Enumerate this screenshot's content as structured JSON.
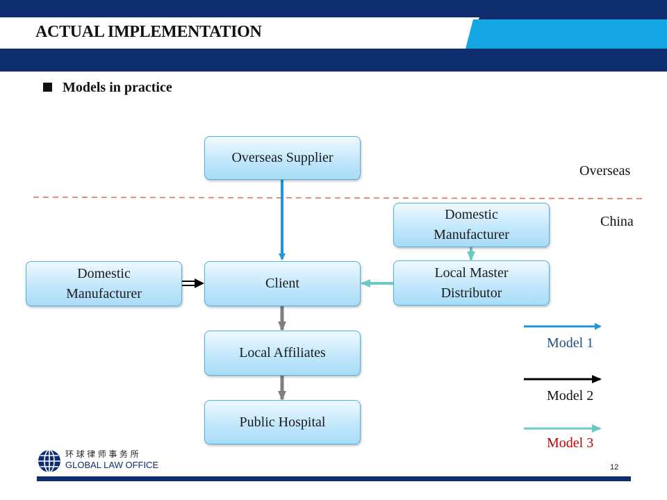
{
  "header": {
    "title": "ACTUAL IMPLEMENTATION",
    "subtitle": "Models in practice"
  },
  "regions": {
    "overseas": "Overseas",
    "china": "China"
  },
  "nodes": {
    "overseas_supplier": "Overseas Supplier",
    "domestic_manufacturer_right": "Domestic Manufacturer",
    "domestic_manufacturer_left": "Domestic Manufacturer",
    "client": "Client",
    "local_master_distributor": "Local Master Distributor",
    "local_affiliates": "Local Affiliates",
    "public_hospital": "Public Hospital"
  },
  "legend": [
    {
      "label": "Model 1",
      "color": "#1f97d6",
      "text_color": "#1f4e79"
    },
    {
      "label": "Model 2",
      "color": "#000000",
      "text_color": "#111111"
    },
    {
      "label": "Model 3",
      "color": "#6cc9c2",
      "text_color": "#c00000"
    }
  ],
  "colors": {
    "navy": "#0e2d6e",
    "light_blue": "#15a6e4",
    "divider": "#e07060",
    "gray_arrow": "#7f7f7f"
  },
  "footer": {
    "logo_cn": "环球律师事务所",
    "logo_en": "GLOBAL LAW OFFICE",
    "page_number": "12"
  }
}
